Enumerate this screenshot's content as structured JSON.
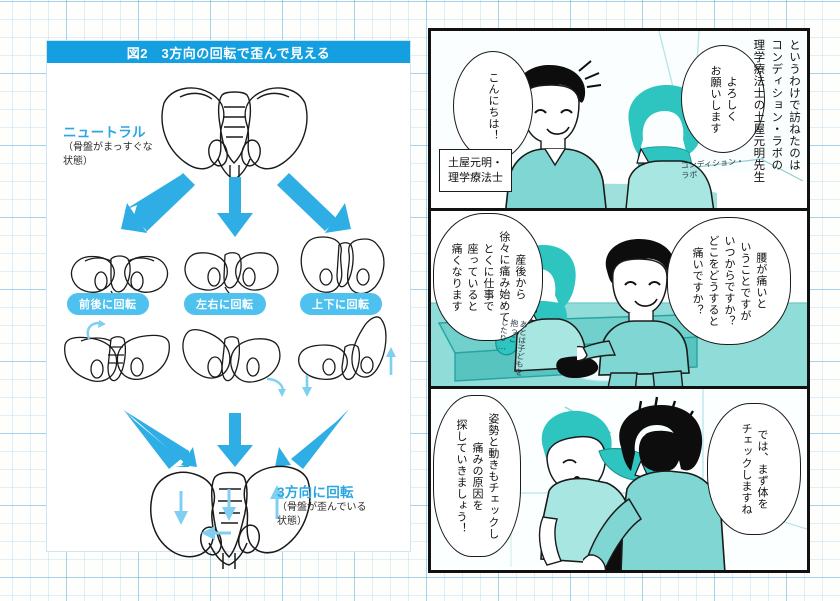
{
  "figure": {
    "title": "図2　3方向の回転で歪んで見える",
    "neutral": {
      "main": "ニュートラル",
      "sub_line1": "（骨盤がまっすぐな",
      "sub_line2": "状態）"
    },
    "rotations": [
      {
        "label": "前後に回転"
      },
      {
        "label": "左右に回転"
      },
      {
        "label": "上下に回転"
      }
    ],
    "result": {
      "main": "3方向に回転",
      "sub_line1": "（骨盤が歪んでいる",
      "sub_line2": "状態）"
    },
    "accent_color": "#139fe0",
    "pill_color": "#4fc1ef",
    "arrow_color": "#2eaee4"
  },
  "manga": {
    "panels": [
      {
        "id": "panel-1",
        "narration": "というわけで訪ねたのは\nコンディション・ラボの\n理学療法士の土屋元明先生",
        "bubbles": [
          {
            "text": "こんにちは！"
          },
          {
            "text": "よろしく\nお願いします"
          }
        ],
        "nameplate": "土屋元明・\n理学療法士",
        "sign": "コンディション・\nラボ"
      },
      {
        "id": "panel-2",
        "bubbles": [
          {
            "text": "腰が痛いと\nいうことですが\nいつからですか？\nどこをどうすると\n痛いですか？"
          },
          {
            "text": "産後から\n徐々に痛み始めて\nとくに仕事で\n座っていると\n痛くなります"
          }
        ],
        "handwriting": "あとは子どもを\n抱っこ\nしたり…"
      },
      {
        "id": "panel-3",
        "bubbles": [
          {
            "text": "では、まず体を\nチェックしますね"
          },
          {
            "text": "姿勢と動きもチェックし\n痛みの原因を\n探していきましょう！"
          }
        ]
      }
    ],
    "colors": {
      "teal": "#5ecfc9",
      "teal_light": "#a8e6e2",
      "teal_wall": "#bfe9e6",
      "hair_dark": "#0d0d0d",
      "skin": "#ffffff",
      "panel_border": "#111111"
    }
  }
}
